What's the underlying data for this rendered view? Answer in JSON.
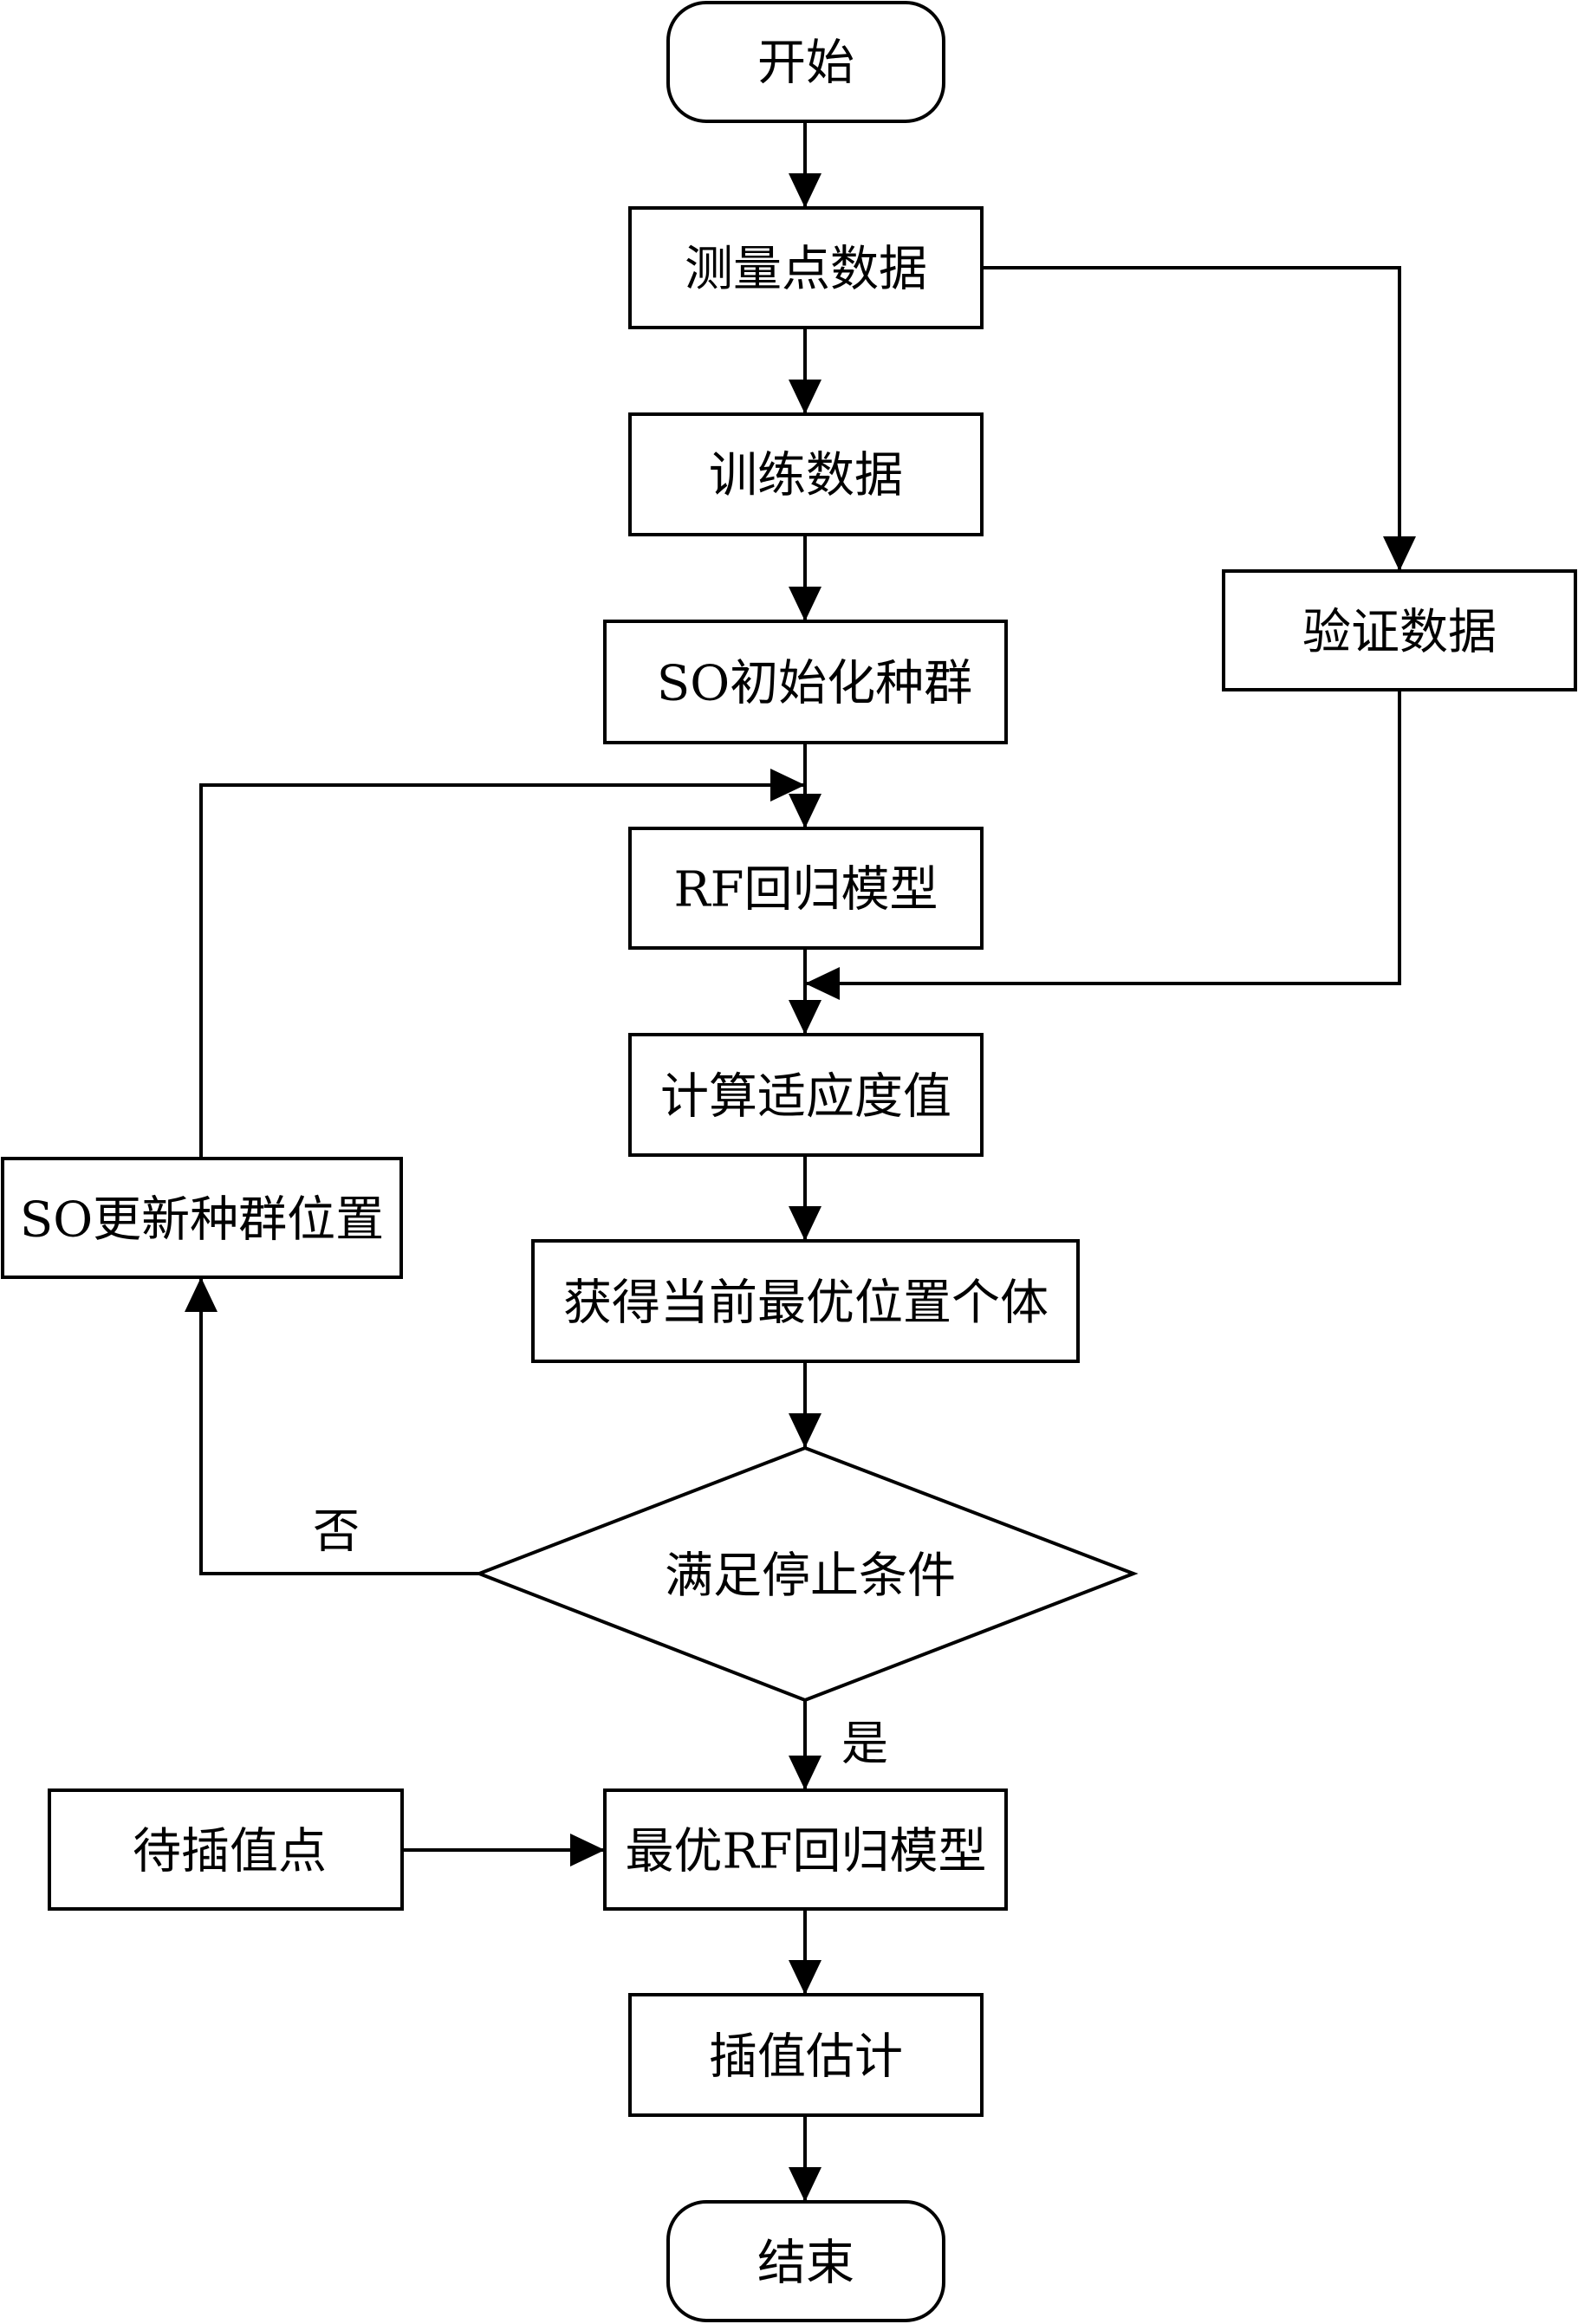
{
  "nodes": {
    "start": "开始",
    "measure": "测量点数据",
    "train": "训练数据",
    "validate": "验证数据",
    "so_init": "SO初始化种群",
    "rf": "RF回归模型",
    "fitness": "计算适应度值",
    "best_pos": "获得当前最优位置个体",
    "stop": "满足停止条件",
    "so_update": "SO更新种群位置",
    "to_interp": "待插值点",
    "best_rf": "最优RF回归模型",
    "estimate": "插值估计",
    "end": "结束"
  },
  "edge_labels": {
    "no": "否",
    "yes": "是"
  }
}
